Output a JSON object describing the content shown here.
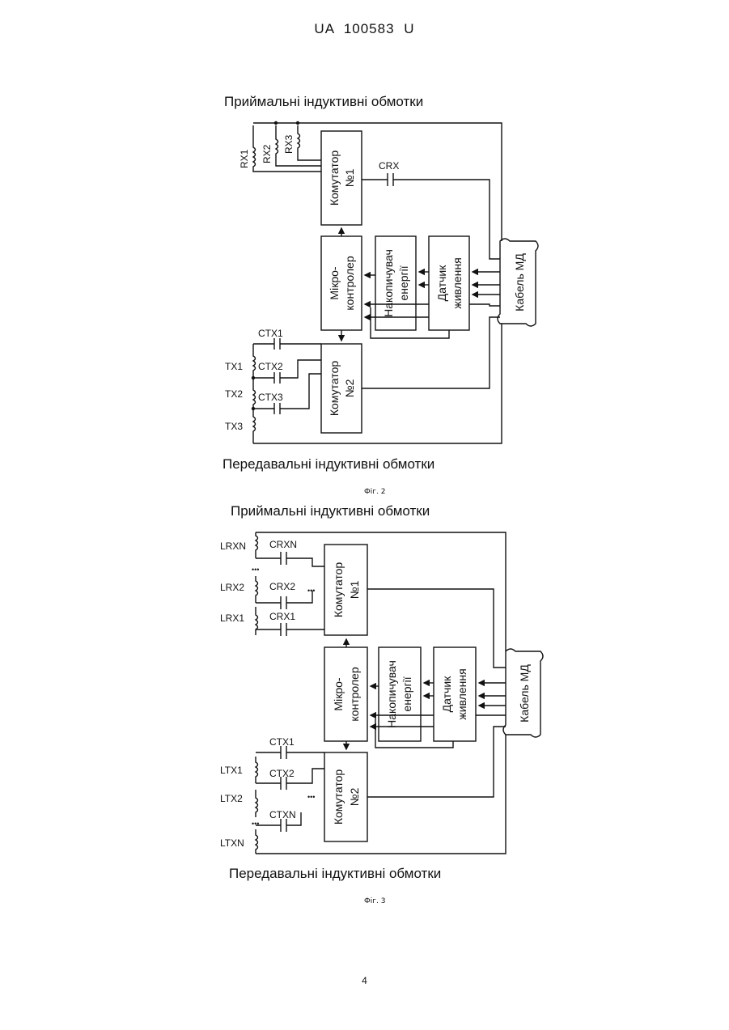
{
  "header": {
    "doc_id": "UA   100583   U"
  },
  "fig2": {
    "top_label": "Приймальні індуктивні обмотки",
    "bottom_label": "Передавальні індуктивні обмотки",
    "rx_coils": [
      "RX1",
      "RX2",
      "RX3"
    ],
    "crx": "CRX",
    "tx_coils": [
      "TX1",
      "TX2",
      "TX3"
    ],
    "ctx_caps": [
      "CTX1",
      "CTX2",
      "CTX3"
    ],
    "switch1": [
      "Комутатор",
      "№1"
    ],
    "switch2": [
      "Комутатор",
      "№2"
    ],
    "mcu": [
      "Мікро-",
      "контролер"
    ],
    "storage": [
      "Накопичувач",
      "енергії"
    ],
    "sensor": [
      "Датчик",
      "живлення"
    ],
    "cable": "Кабель МД",
    "caption": "Фіг. 2"
  },
  "fig3": {
    "top_label": "Приймальні індуктивні обмотки",
    "bottom_label": "Передавальні індуктивні обмотки",
    "rx_coils": [
      "LRXN",
      "LRX2",
      "LRX1"
    ],
    "crx_caps": [
      "CRXN",
      "CRX2",
      "CRX1"
    ],
    "tx_coils": [
      "LTX1",
      "LTX2",
      "LTXN"
    ],
    "ctx_caps": [
      "CTX1",
      "CTX2",
      "CTXN"
    ],
    "ellipsis": "•••",
    "switch1": [
      "Комутатор",
      "№1"
    ],
    "switch2": [
      "Комутатор",
      "№2"
    ],
    "mcu": [
      "Мікро-",
      "контролер"
    ],
    "storage": [
      "Накопичувач",
      "енергії"
    ],
    "sensor": [
      "Датчик",
      "живлення"
    ],
    "cable": "Кабель МД",
    "caption": "Фіг. 3"
  },
  "page_number": "4"
}
